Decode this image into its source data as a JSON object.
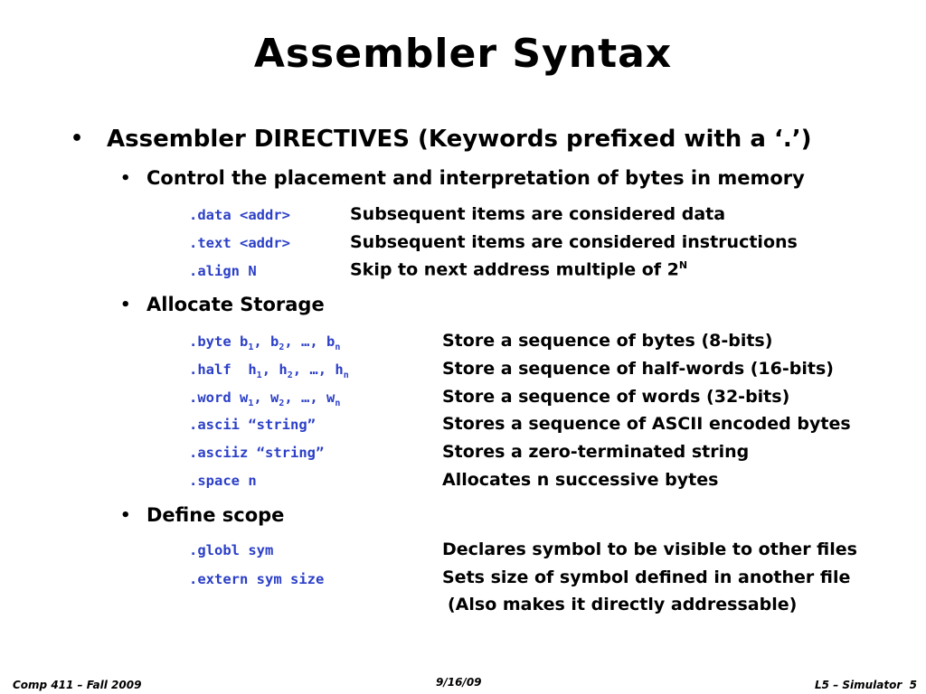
{
  "slide": {
    "title": "Assembler Syntax",
    "bullet_glyph": "•",
    "main_bullet": "Assembler DIRECTIVES (Keywords prefixed  with a ‘.’)",
    "sections": {
      "placement": {
        "heading": "Control the placement and interpretation of bytes in memory",
        "rows": [
          {
            "code": ".data <addr>",
            "desc": "Subsequent items are considered data"
          },
          {
            "code": ".text <addr>",
            "desc": "Subsequent items are considered instructions"
          },
          {
            "code": ".align N",
            "desc": "Skip to next address multiple of 2",
            "desc_sup": "N"
          }
        ]
      },
      "storage": {
        "heading": "Allocate Storage",
        "rows": [
          {
            "code_parts": [
              ".byte b",
              "1",
              ", b",
              "2",
              ", …, b",
              "n"
            ],
            "desc": "Store a sequence of bytes (8-bits)"
          },
          {
            "code_parts": [
              ".half  h",
              "1",
              ", h",
              "2",
              ", …, h",
              "n"
            ],
            "desc": "Store a sequence of half-words (16-bits)"
          },
          {
            "code_parts": [
              ".word w",
              "1",
              ", w",
              "2",
              ", …, w",
              "n"
            ],
            "desc": "Store a sequence of words (32-bits)"
          },
          {
            "code": ".ascii “string”",
            "desc": "Stores a sequence of ASCII encoded bytes"
          },
          {
            "code": ".asciiz “string”",
            "desc": "Stores a zero-terminated string"
          },
          {
            "code": ".space n",
            "desc": "Allocates n successive bytes"
          }
        ]
      },
      "scope": {
        "heading": "Define scope",
        "rows": [
          {
            "code": ".globl sym",
            "desc": "Declares symbol to be visible to other files"
          },
          {
            "code": ".extern sym size",
            "desc": "Sets size of symbol defined in another file"
          }
        ],
        "continuation": "(Also makes it directly addressable)"
      }
    }
  },
  "footer": {
    "left": "Comp 411 – Fall  2009",
    "center": "9/16/09",
    "right_label": "L5 – Simulator",
    "page_number": "5"
  },
  "colors": {
    "code": "#2b3fc7",
    "text": "#000000",
    "background": "#ffffff"
  }
}
